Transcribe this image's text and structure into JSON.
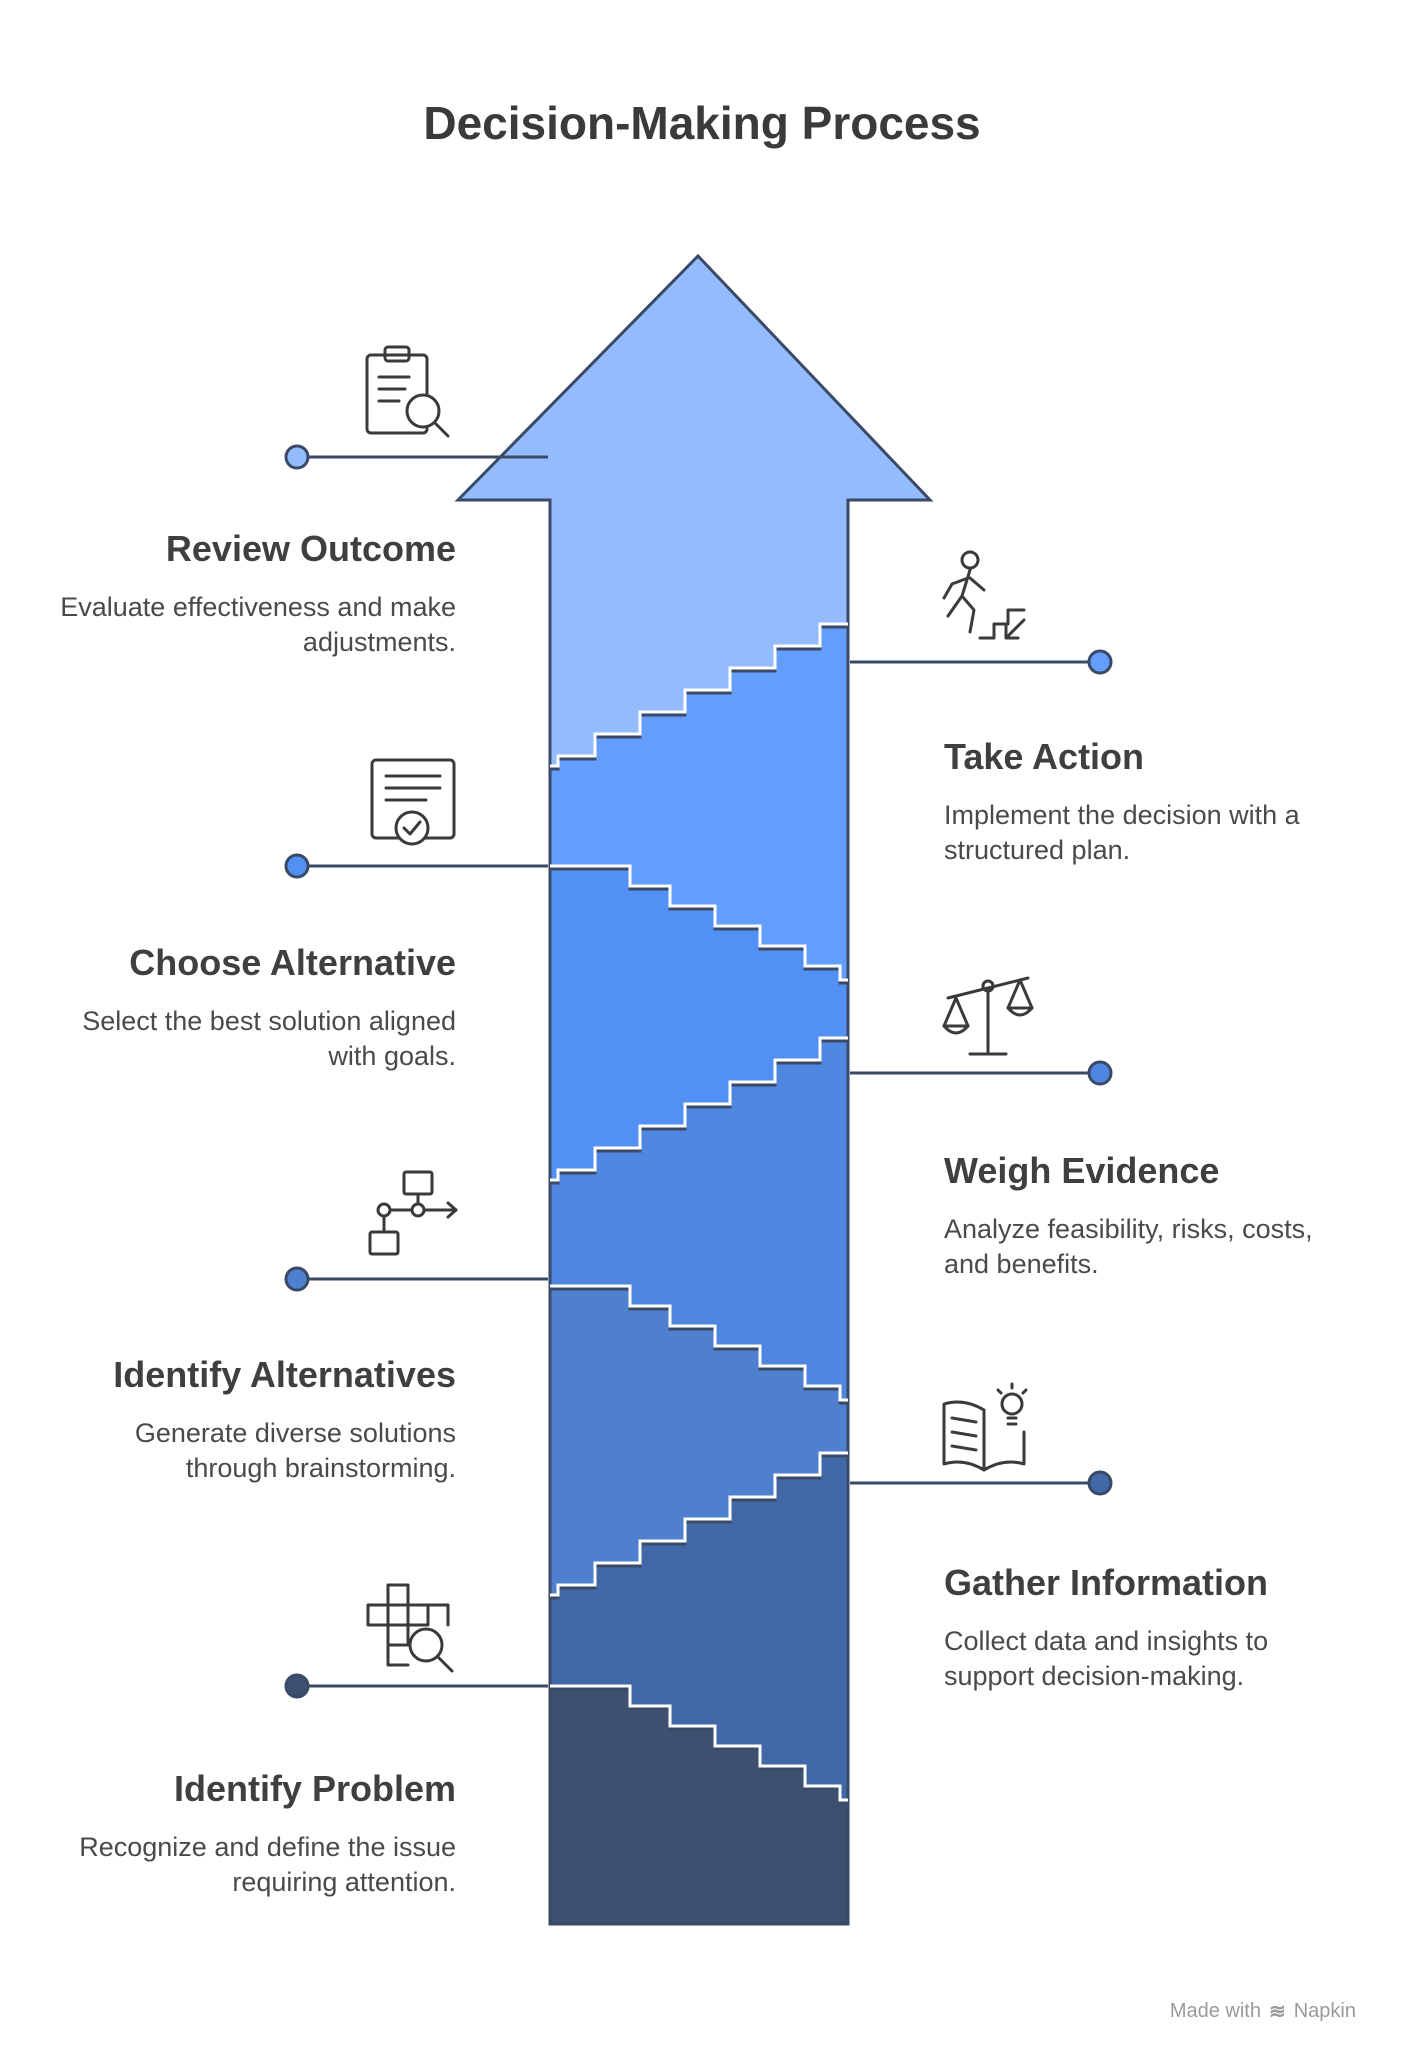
{
  "title": "Decision-Making Process",
  "steps": [
    {
      "title": "Identify Problem",
      "description": "Recognize and define the issue requiring attention.",
      "icon": "puzzle-search-icon",
      "side": "left",
      "color": "#3e5070"
    },
    {
      "title": "Gather Information",
      "description": "Collect data and insights to support decision-making.",
      "icon": "book-idea-icon",
      "side": "right",
      "color": "#4268a8"
    },
    {
      "title": "Identify Alternatives",
      "description": "Generate diverse solutions through brainstorming.",
      "icon": "flowchart-icon",
      "side": "left",
      "color": "#4f7fcf"
    },
    {
      "title": "Weigh Evidence",
      "description": "Analyze feasibility, risks, costs, and benefits.",
      "icon": "balance-scale-icon",
      "side": "right",
      "color": "#4f87e0"
    },
    {
      "title": "Choose Alternative",
      "description": "Select the best solution aligned with goals.",
      "icon": "certificate-check-icon",
      "side": "left",
      "color": "#5290f3"
    },
    {
      "title": "Take Action",
      "description": "Implement the decision with a structured plan.",
      "icon": "person-stairs-icon",
      "side": "right",
      "color": "#649efc"
    },
    {
      "title": "Review Outcome",
      "description": "Evaluate effectiveness and make adjustments.",
      "icon": "clipboard-search-icon",
      "side": "left",
      "color": "#95bbff"
    }
  ],
  "footer": {
    "made_with": "Made with",
    "brand": "Napkin"
  },
  "colors": {
    "outline": "#3a4a66",
    "text": "#3f3f3f",
    "dot_fills": [
      "#3e5070",
      "#4268a8",
      "#4f7fcf",
      "#4f87e0",
      "#5290f3",
      "#649efc",
      "#95bbff"
    ]
  }
}
